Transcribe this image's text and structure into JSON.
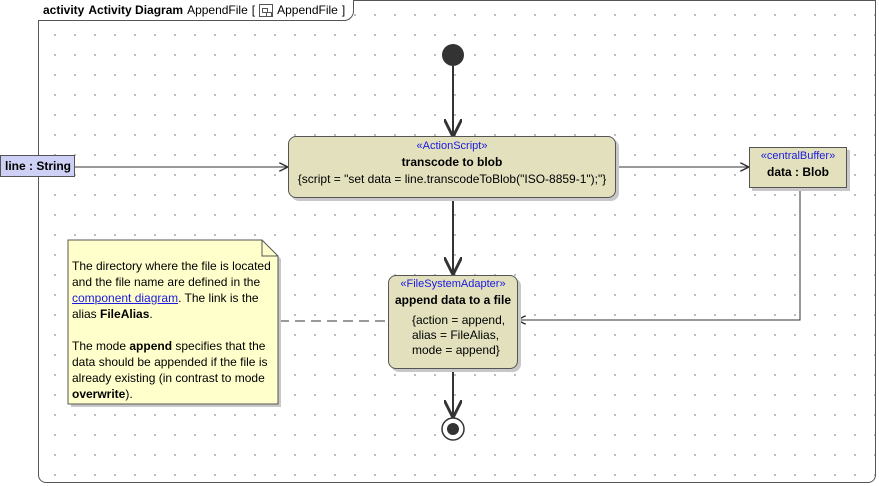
{
  "frame": {
    "kind": "activity",
    "title": "Activity Diagram",
    "name": "AppendFile",
    "bracket_open": "[",
    "ref": "AppendFile",
    "bracket_close": "]",
    "ref_icon": "activity-diagram-icon"
  },
  "pin": {
    "label": "line : String",
    "color": "#cfd0f5"
  },
  "action1": {
    "stereotype": "«ActionScript»",
    "name": "transcode to blob",
    "tagged": "{script = \"set data = line.transcodeToBlob(\"ISO-8859-1\");\"}"
  },
  "buffer": {
    "stereotype": "«centralBuffer»",
    "name": "data : Blob"
  },
  "action2": {
    "stereotype": "«FileSystemAdapter»",
    "name": "append data to a file",
    "tags": [
      "{action = append,",
      "alias = FileAlias,",
      "mode = append}"
    ]
  },
  "note": {
    "p1_a": "The directory where the file is located and the file name are defined in the ",
    "p1_link": "component diagram",
    "p1_b": ". The link is the alias ",
    "p1_bold": "FileAlias",
    "p1_c": ".",
    "p2_a": "The mode ",
    "p2_bold1": "append",
    "p2_b": " specifies that the data should be appended if the file is already existing (in contrast to mode ",
    "p2_bold2": "overwrite",
    "p2_c": ")."
  },
  "colors": {
    "action_fill": "#e2e0bd",
    "note_fill": "#ffffcc",
    "stereotype": "#1a1ae0"
  }
}
